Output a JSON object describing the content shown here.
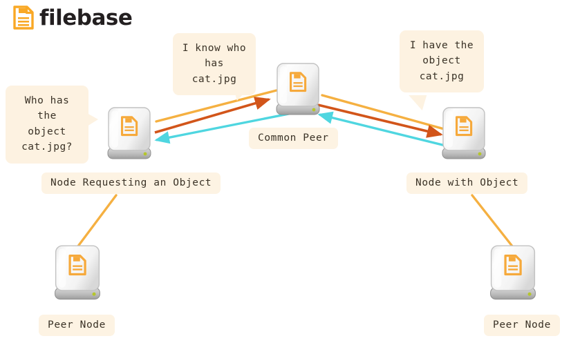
{
  "brand": {
    "name": "filebase",
    "logo_icon": "document-icon",
    "logo_color": "#F9A825",
    "word_color": "#231f20"
  },
  "palette": {
    "bubble_bg": "#fdf2e1",
    "pill_bg": "#fdf3e3",
    "text": "#3a3226",
    "line_amber": "#F5B041",
    "line_orange": "#D2551A",
    "line_cyan": "#4FD6E0",
    "drive_body": "#f4f4f4",
    "drive_base": "#b8b8b8",
    "drive_led": "#b5c62b"
  },
  "bubbles": [
    {
      "id": "bubble-requester",
      "name": "speech-bubble-who-has-object",
      "text": "Who has the\nobject\ncat.jpg?",
      "tail": "right"
    },
    {
      "id": "bubble-common-peer",
      "name": "speech-bubble-i-know-who-has",
      "text": "I know who\nhas\ncat.jpg",
      "tail": "bottom-right"
    },
    {
      "id": "bubble-holder",
      "name": "speech-bubble-i-have-the-object",
      "text": "I have the\nobject\ncat.jpg",
      "tail": "bottom-left"
    }
  ],
  "nodes": [
    {
      "id": "node-requester",
      "label": "Node Requesting an Object",
      "icon": "hard-drive-icon"
    },
    {
      "id": "node-common-peer",
      "label": "Common Peer",
      "icon": "hard-drive-icon"
    },
    {
      "id": "node-holder",
      "label": "Node with Object",
      "icon": "hard-drive-icon"
    },
    {
      "id": "node-peer-left",
      "label": "Peer Node",
      "icon": "hard-drive-icon"
    },
    {
      "id": "node-peer-right",
      "label": "Peer Node",
      "icon": "hard-drive-icon"
    }
  ],
  "connections": [
    {
      "name": "link-requester-to-common-amber",
      "color": "#F5B041",
      "arrow": "none"
    },
    {
      "name": "link-requester-to-common-orange",
      "color": "#D2551A",
      "arrow": "right"
    },
    {
      "name": "link-common-to-requester-cyan",
      "color": "#4FD6E0",
      "arrow": "left"
    },
    {
      "name": "link-common-to-holder-amber",
      "color": "#F5B041",
      "arrow": "none"
    },
    {
      "name": "link-common-to-holder-orange",
      "color": "#D2551A",
      "arrow": "right"
    },
    {
      "name": "link-holder-to-common-cyan",
      "color": "#4FD6E0",
      "arrow": "left"
    },
    {
      "name": "link-requester-to-peer-left",
      "color": "#F5B041",
      "arrow": "none"
    },
    {
      "name": "link-holder-to-peer-right",
      "color": "#F5B041",
      "arrow": "none"
    }
  ]
}
